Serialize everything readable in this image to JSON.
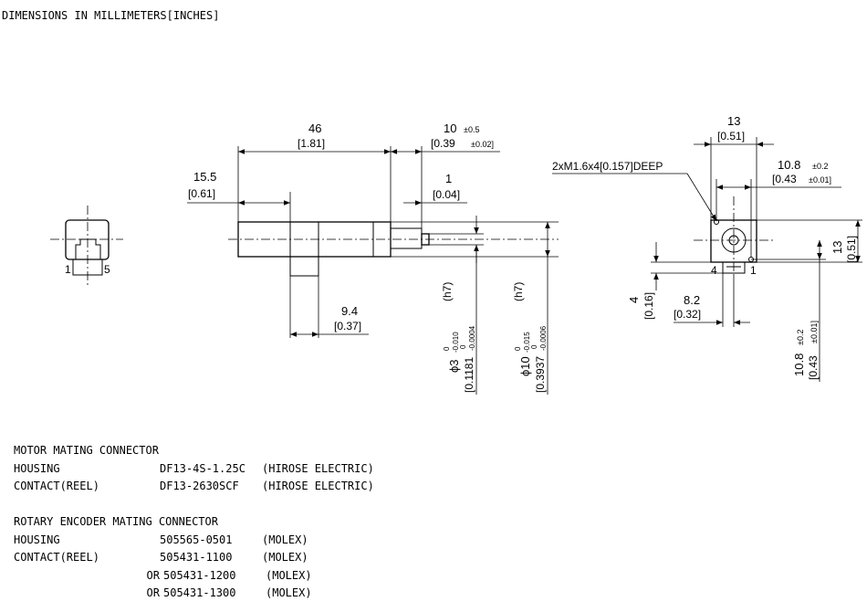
{
  "header": "DIMENSIONS IN MILLIMETERS[INCHES]",
  "front_view": {
    "pin_left": "1",
    "pin_right": "5"
  },
  "side_view": {
    "dim_length": "46",
    "dim_length_in": "[1.81]",
    "dim_shaft": "10",
    "dim_shaft_tol": "±0.5",
    "dim_shaft_in": "[0.39",
    "dim_shaft_in_tol": "±0.02]",
    "dim_flange": "1",
    "dim_flange_in": "[0.04]",
    "dim_offset": "15.5",
    "dim_offset_in": "[0.61]",
    "dim_conn": "9.4",
    "dim_conn_in": "[0.37]",
    "dia_shaft_sym": "ϕ3",
    "dia_shaft_tol_up": "0",
    "dia_shaft_tol_lo": "-0.010",
    "dia_shaft_fit": "(h7)",
    "dia_shaft_in": "[0.1181",
    "dia_shaft_in_up": "0",
    "dia_shaft_in_lo": "-0.0004",
    "dia_body_sym": "ϕ10",
    "dia_body_tol_up": "0",
    "dia_body_tol_lo": "-0.015",
    "dia_body_fit": "(h7)",
    "dia_body_in": "[0.3937",
    "dia_body_in_up": "0",
    "dia_body_in_lo": "-0.0006"
  },
  "end_view": {
    "thread_note": "2xM1.6x4[0.157]DEEP",
    "dim_width": "13",
    "dim_width_in": "[0.51]",
    "dim_holes": "10.8",
    "dim_holes_tol": "±0.2",
    "dim_holes_in": "[0.43",
    "dim_holes_in_tol": "±0.01]",
    "dim_height": "13",
    "dim_height_in": "[0.51]",
    "dim_conn_h": "4",
    "dim_conn_h_in": "[0.16]",
    "dim_conn_w": "8.2",
    "dim_conn_w_in": "[0.32]",
    "dim_vert": "10.8",
    "dim_vert_tol": "±0.2",
    "dim_vert_in": "[0.43",
    "dim_vert_in_tol": "±0.01]",
    "pin_left": "4",
    "pin_right": "1"
  },
  "notes": {
    "motor_title": "MOTOR MATING CONNECTOR",
    "motor_rows": [
      {
        "label": "HOUSING",
        "part": "DF13-4S-1.25C",
        "maker": "(HIROSE ELECTRIC)"
      },
      {
        "label": "CONTACT(REEL)",
        "part": "DF13-2630SCF",
        "maker": "(HIROSE ELECTRIC)"
      }
    ],
    "encoder_title": "ROTARY ENCODER MATING CONNECTOR",
    "encoder_rows": [
      {
        "label": "HOUSING",
        "part": "505565-0501",
        "maker": "(MOLEX)"
      },
      {
        "label": "CONTACT(REEL)",
        "part": "505431-1100",
        "maker": "(MOLEX)"
      },
      {
        "label": "OR",
        "part": "505431-1200",
        "maker": "(MOLEX)"
      },
      {
        "label": "OR",
        "part": "505431-1300",
        "maker": "(MOLEX)"
      }
    ]
  }
}
